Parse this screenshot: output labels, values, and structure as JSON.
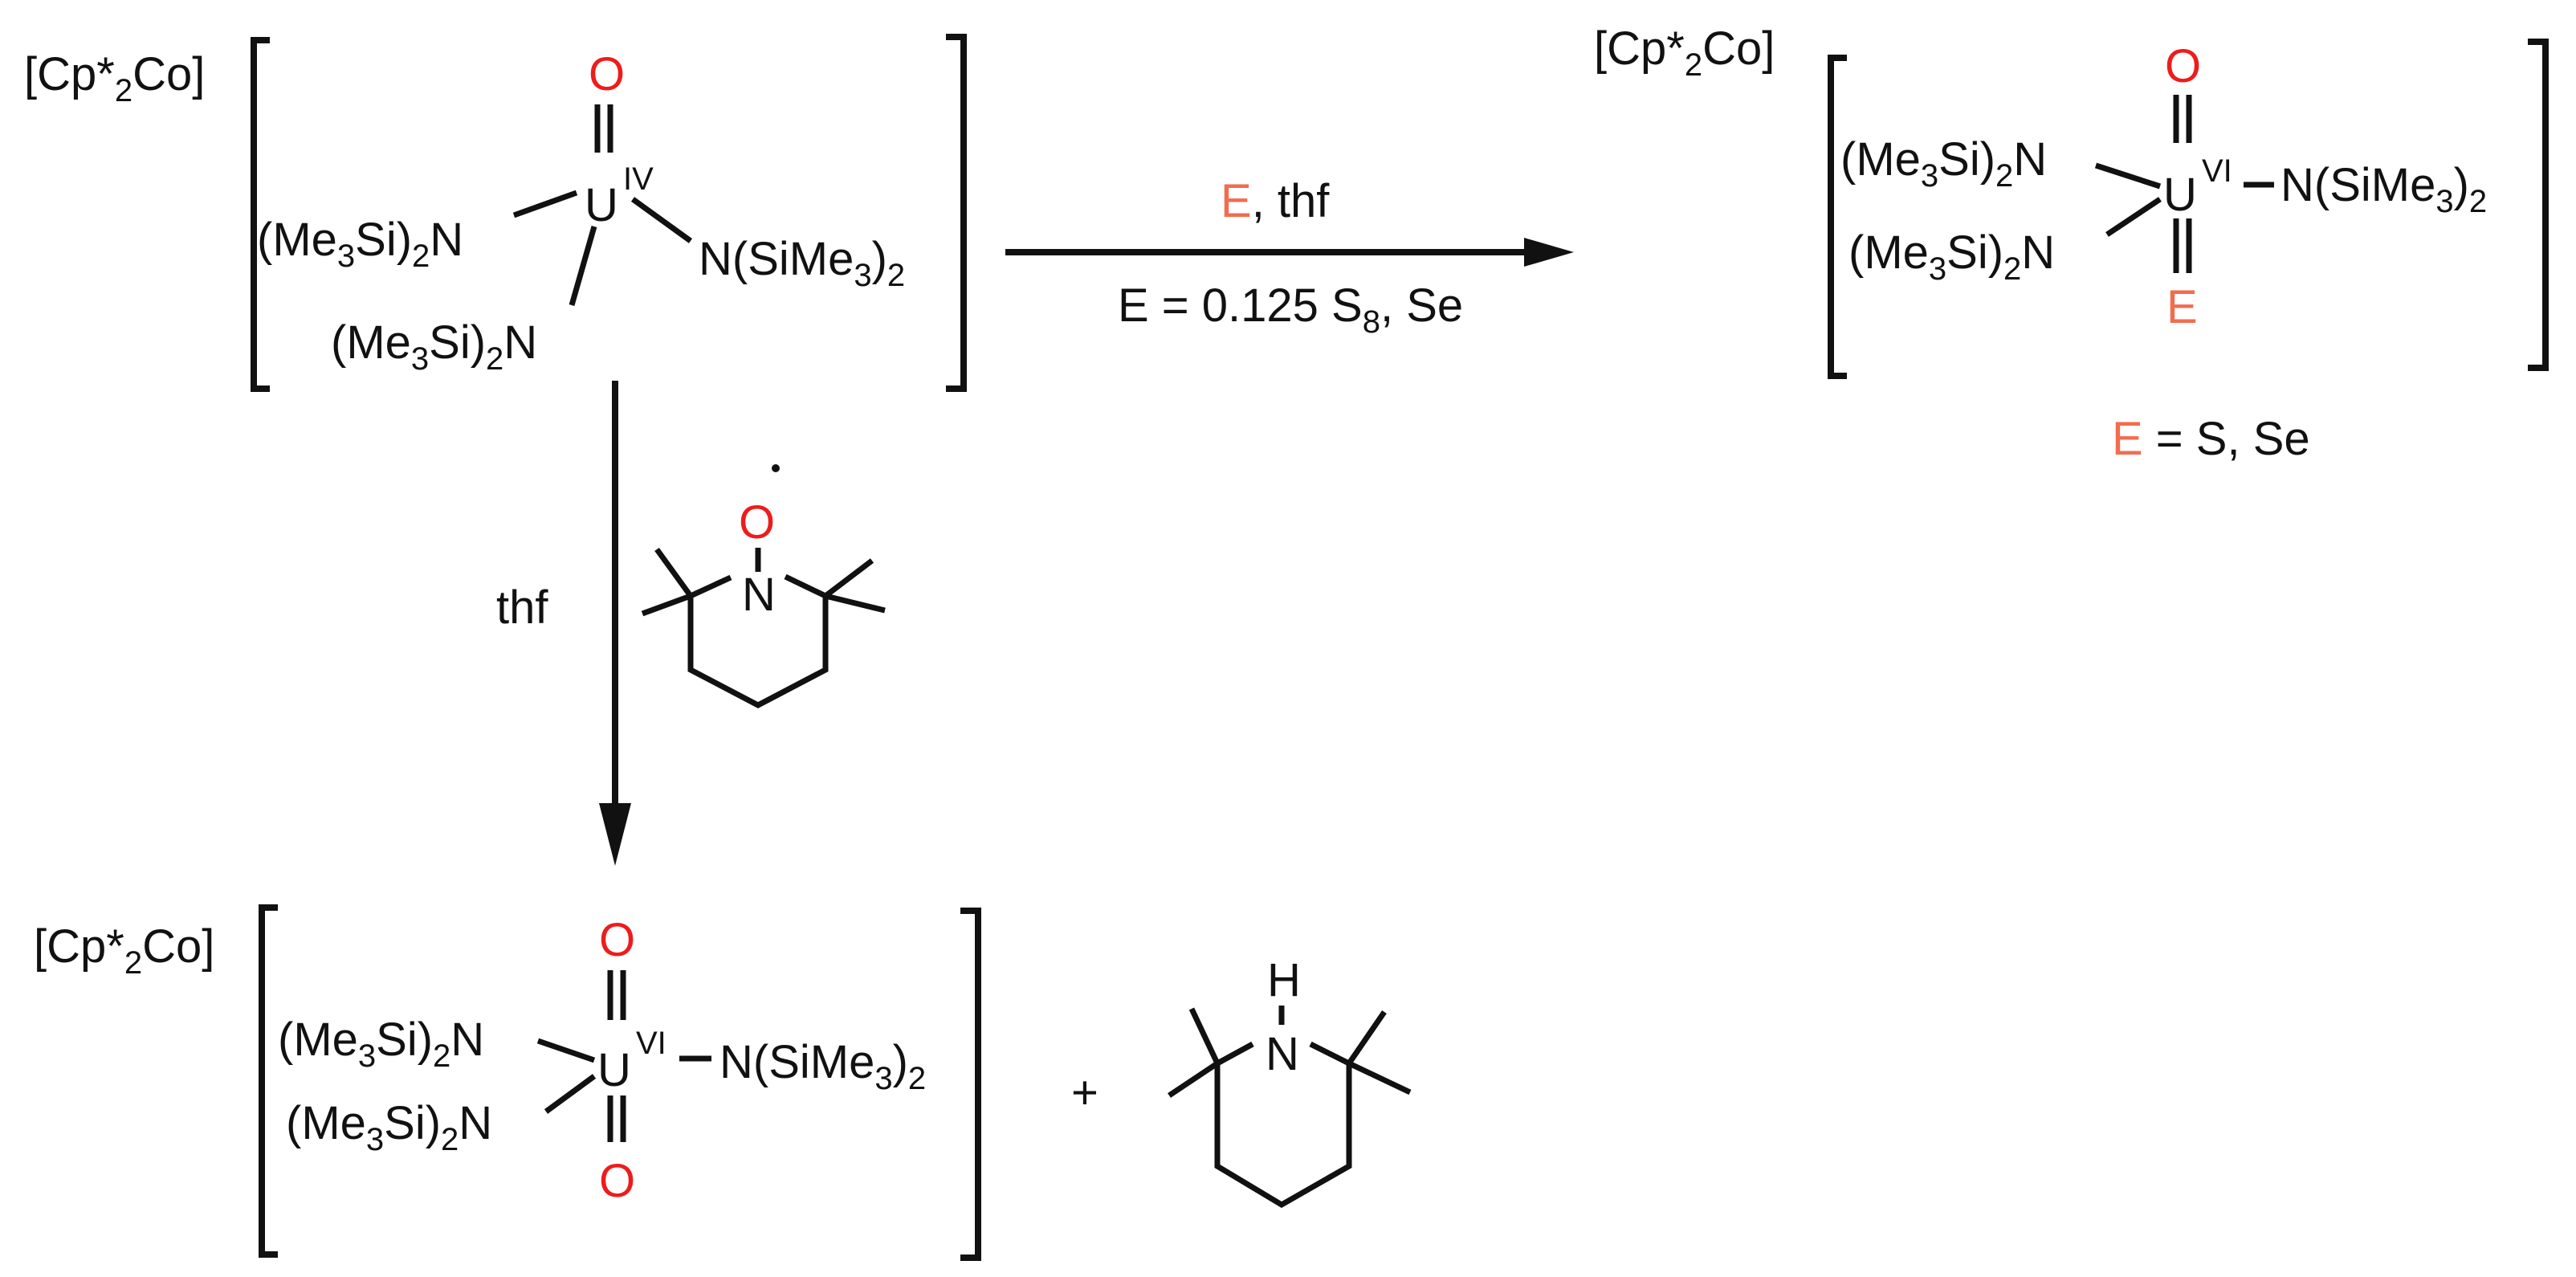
{
  "diagram": {
    "type": "reaction-scheme",
    "colors": {
      "oxygen": "#ee1c1c",
      "chalcogen_E": "#f26c4f",
      "ink": "#111111"
    },
    "reactant": {
      "counterion": "[Cp*2Co]",
      "metal": "U",
      "oxidation_state": "IV",
      "terminal_atom": "O",
      "ligands": [
        "(Me3Si)2N",
        "N(SiMe3)2",
        "(Me3Si)2N"
      ]
    },
    "reaction_right": {
      "reagent_top": {
        "E": "E",
        "rest": ", thf"
      },
      "reagent_bottom": "E = 0.125 S8, Se"
    },
    "product_right": {
      "counterion": "[Cp*2Co]",
      "metal": "U",
      "oxidation_state": "VI",
      "top_atom": "O",
      "bottom_atom": "E",
      "ligands": [
        "(Me3Si)2N",
        "N(SiMe3)2",
        "(Me3Si)2N"
      ],
      "note": {
        "E": "E",
        "rest": " = S, Se"
      }
    },
    "reaction_down": {
      "solvent": "thf",
      "reagent": "TEMPO",
      "reagent_atoms": {
        "O": "O",
        "N": "N",
        "radical": "·"
      }
    },
    "product_bottom": {
      "counterion": "[Cp*2Co]",
      "metal": "U",
      "oxidation_state": "VI",
      "top_atom": "O",
      "bottom_atom": "O",
      "ligands": [
        "(Me3Si)2N",
        "N(SiMe3)2",
        "(Me3Si)2N"
      ]
    },
    "plus": "+",
    "byproduct": {
      "name": "TEMPO-H",
      "atoms": {
        "H": "H",
        "N": "N"
      }
    }
  }
}
